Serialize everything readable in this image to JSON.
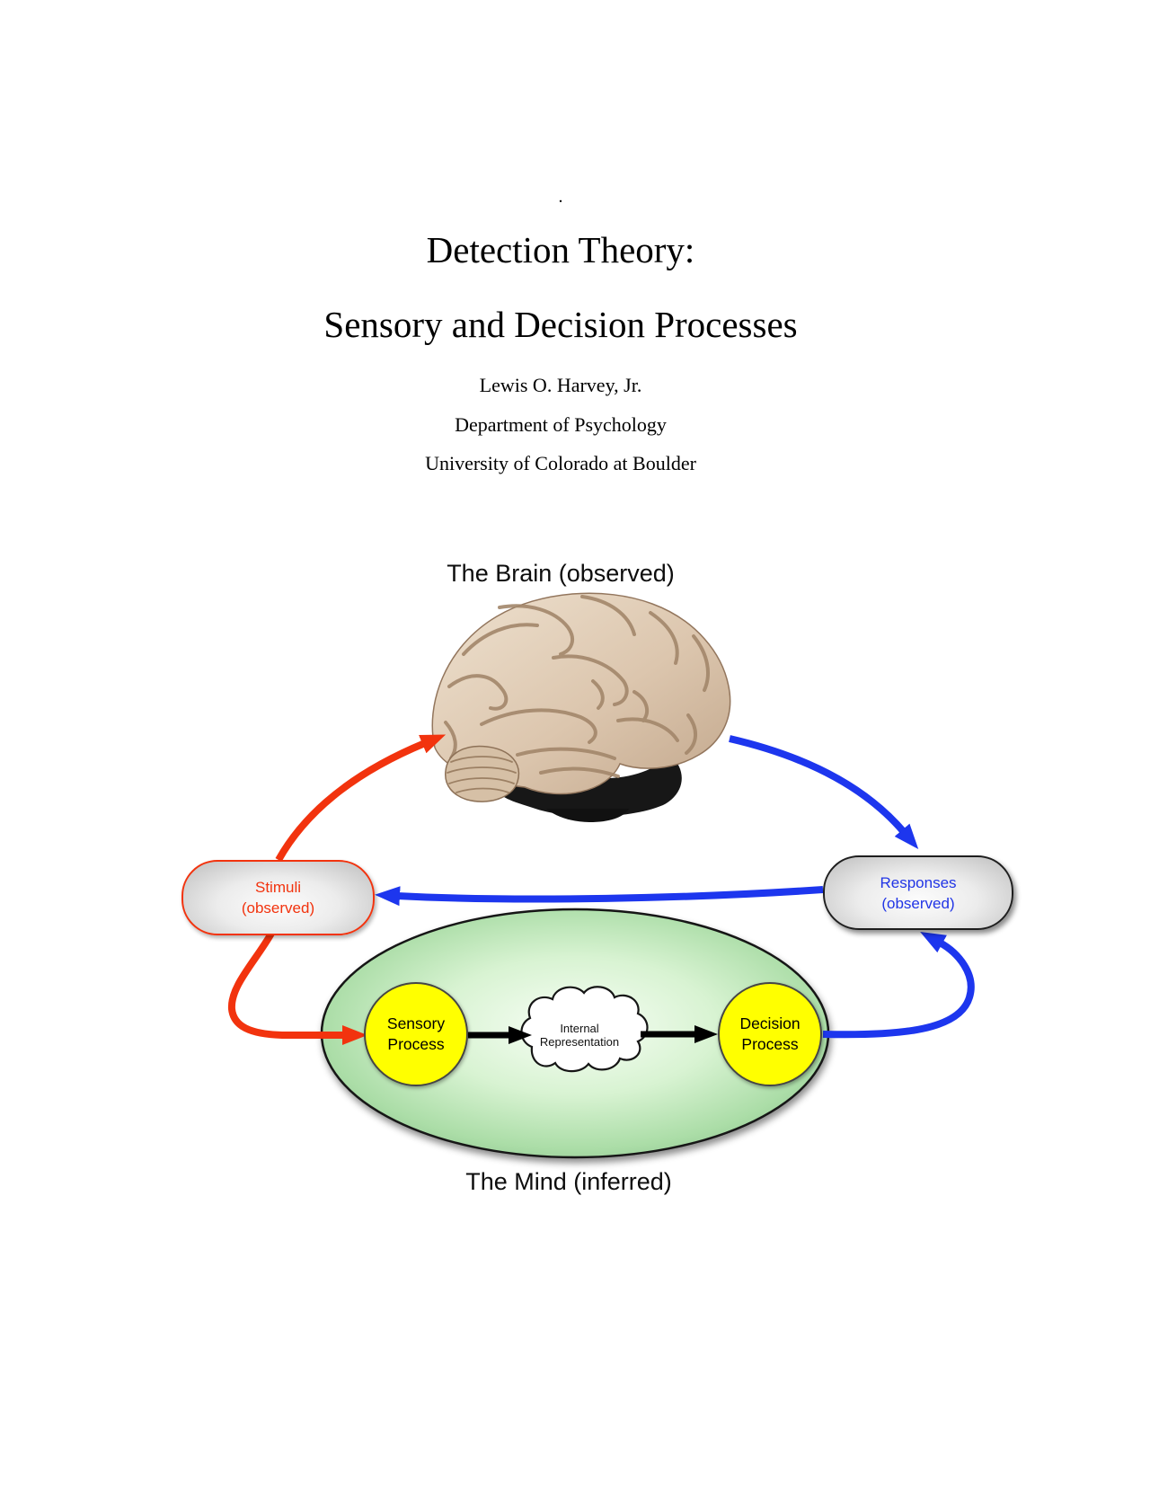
{
  "document": {
    "dot": ".",
    "title_line1": "Detection Theory:",
    "title_line2": "Sensory and Decision Processes",
    "author": "Lewis O. Harvey, Jr.",
    "affiliation_line1": "Department of Psychology",
    "affiliation_line2": "University of Colorado at Boulder"
  },
  "diagram": {
    "brain_label": "The Brain (observed)",
    "mind_label": "The Mind (inferred)",
    "stimuli_box": {
      "line1": "Stimuli",
      "line2": "(observed)"
    },
    "responses_box": {
      "line1": "Responses",
      "line2": "(observed)"
    },
    "sensory_circle": {
      "line1": "Sensory",
      "line2": "Process"
    },
    "decision_circle": {
      "line1": "Decision",
      "line2": "Process"
    },
    "internal_cloud": {
      "line1": "Internal",
      "line2": "Representation"
    },
    "colors": {
      "stimulus_red": "#f2330e",
      "response_blue": "#1d36ee",
      "process_arrow_black": "#000000",
      "mind_green_center": "#f8fef6",
      "mind_green_edge": "#8cc28e",
      "process_yellow": "#ffff00",
      "box_gray_light": "#fcfcfc",
      "box_gray_dark": "#bdbdbd"
    }
  }
}
